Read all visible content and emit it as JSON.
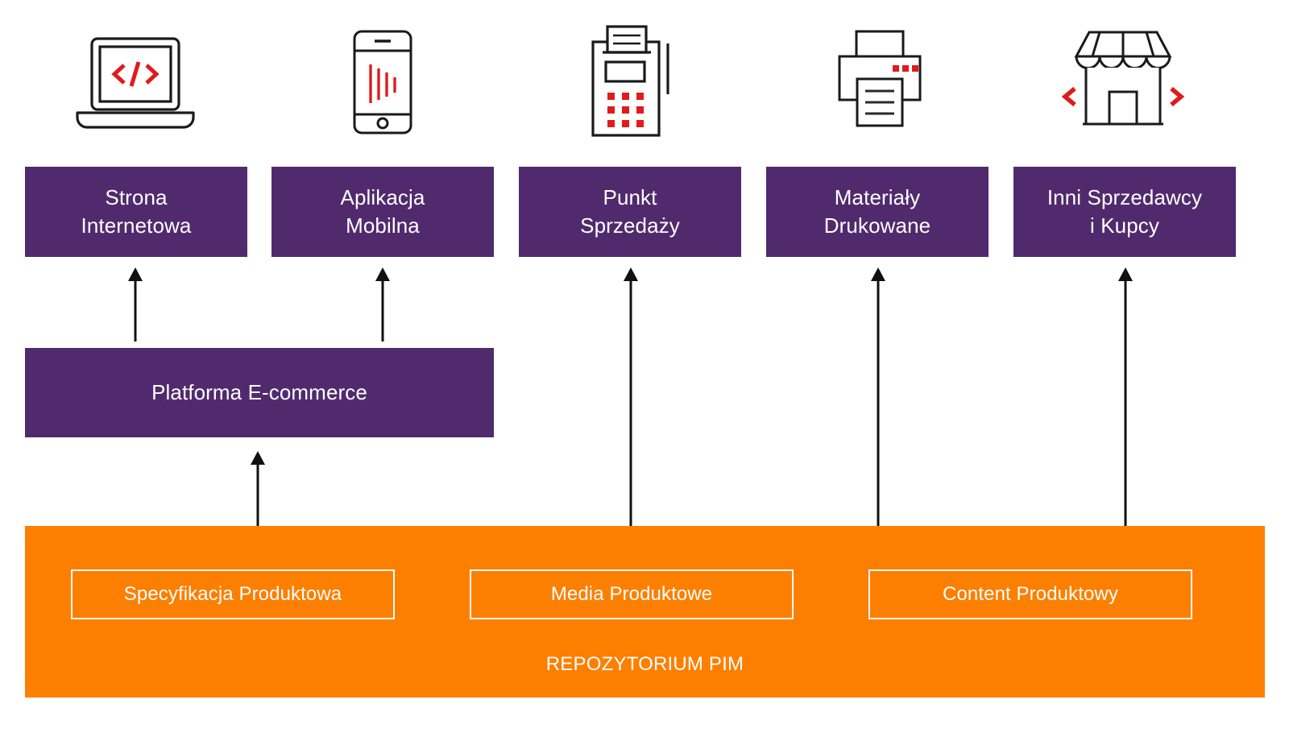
{
  "diagram": {
    "title_caption": "REPOZYTORIUM PIM",
    "colors": {
      "purple": "#512A6D",
      "orange": "#FC7F00",
      "red": "#E01B1B",
      "outline": "#1A1A1A",
      "white": "#FFFFFF"
    }
  },
  "channels": [
    {
      "id": "strona-internetowa",
      "line1": "Strona",
      "line2": "Internetowa",
      "icon": "laptop-code-icon"
    },
    {
      "id": "aplikacja-mobilna",
      "line1": "Aplikacja",
      "line2": "Mobilna",
      "icon": "mobile-phone-icon"
    },
    {
      "id": "punkt-sprzedazy",
      "line1": "Punkt",
      "line2": "Sprzedaży",
      "icon": "pos-terminal-icon"
    },
    {
      "id": "materialy-drukowane",
      "line1": "Materiały",
      "line2": "Drukowane",
      "icon": "printer-icon"
    },
    {
      "id": "inni-sprzedawcy",
      "line1": "Inni Sprzedawcy",
      "line2": "i Kupcy",
      "icon": "storefront-icon"
    }
  ],
  "platform": {
    "label": "Platforma E-commerce"
  },
  "pim": {
    "caption": "REPOZYTORIUM PIM",
    "chips": [
      {
        "id": "specyfikacja-produktowa",
        "label": "Specyfikacja Produktowa"
      },
      {
        "id": "media-produktowe",
        "label": "Media Produktowe"
      },
      {
        "id": "content-produktowy",
        "label": "Content Produktowy"
      }
    ]
  },
  "flows": [
    {
      "id": "platform-to-strona",
      "from": "Platforma E-commerce",
      "to": "Strona Internetowa"
    },
    {
      "id": "platform-to-aplikacja",
      "from": "Platforma E-commerce",
      "to": "Aplikacja Mobilna"
    },
    {
      "id": "pim-to-platform",
      "from": "REPOZYTORIUM PIM",
      "to": "Platforma E-commerce"
    },
    {
      "id": "pim-to-punkt",
      "from": "REPOZYTORIUM PIM",
      "to": "Punkt Sprzedaży"
    },
    {
      "id": "pim-to-materialy",
      "from": "REPOZYTORIUM PIM",
      "to": "Materiały Drukowane"
    },
    {
      "id": "pim-to-inni",
      "from": "REPOZYTORIUM PIM",
      "to": "Inni Sprzedawcy i Kupcy"
    }
  ]
}
